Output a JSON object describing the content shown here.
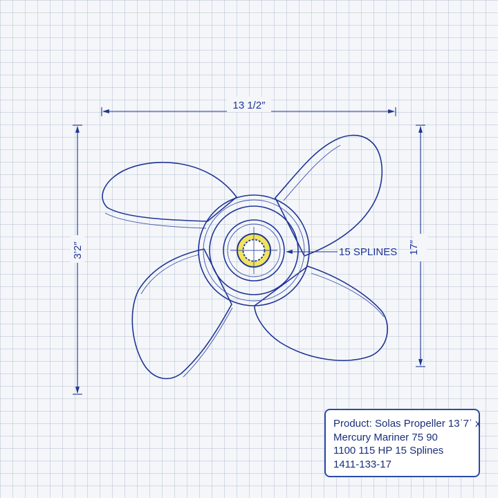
{
  "dimensions": {
    "width": "13 1/2″",
    "height_left": "3’2″",
    "height_right": "17″"
  },
  "callout": "15 SPLINES",
  "info": {
    "lines": [
      "Product: Solas Propeller 13ˈ7ˈ x",
      "Mercury Mariner 75 90",
      "1100 115 HP 15 Splines",
      "1411-133-17"
    ]
  },
  "colors": {
    "ink": "#1f3596",
    "hub_accent": "#f2e35c",
    "grid": "#b8c3d6"
  }
}
